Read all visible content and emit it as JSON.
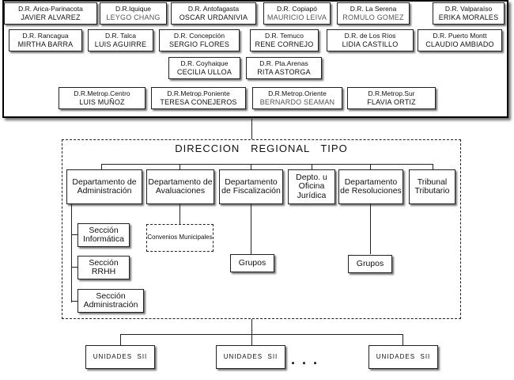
{
  "regional_offices": [
    {
      "line1": "D.R. Arica-Parinacota",
      "line2": "JAVIER ALVAREZ"
    },
    {
      "line1": "D.R.Iquique",
      "line2": "LEYGO CHANG"
    },
    {
      "line1": "D.R. Antofagasta",
      "line2": "OSCAR URDANIVIA"
    },
    {
      "line1": "D.R. Copiapó",
      "line2": "MAURICIO LEIVA"
    },
    {
      "line1": "D.R. La Serena",
      "line2": "ROMULO GOMEZ"
    },
    {
      "line1": "D.R. Valparaíso",
      "line2": "ERIKA MORALES"
    },
    {
      "line1": "D.R. Rancagua",
      "line2": "MIRTHA BARRA"
    },
    {
      "line1": "D.R. Talca",
      "line2": "LUIS AGUIRRE"
    },
    {
      "line1": "D.R. Concepción",
      "line2": "SERGIO FLORES"
    },
    {
      "line1": "D.R. Temuco",
      "line2": "RENE CORNEJO"
    },
    {
      "line1": "D.R. de Los Ríos",
      "line2": "LIDIA CASTILLO"
    },
    {
      "line1": "D.R. Puerto Montt",
      "line2": "CLAUDIO AMBIADO"
    },
    {
      "line1": "D.R. Coyhaique",
      "line2": "CECILIA ULLOA"
    },
    {
      "line1": "D.R. Pta.Arenas",
      "line2": "RITA ASTORGA"
    },
    {
      "line1": "D.R.Metrop.Centro",
      "line2": "LUIS MUÑOZ"
    },
    {
      "line1": "D.R.Metrop.Poniente",
      "line2": "TERESA CONEJEROS"
    },
    {
      "line1": "D.R.Metrop.Oriente",
      "line2": "BERNARDO SEAMAN"
    },
    {
      "line1": "D.R.Metrop.Sur",
      "line2": "FLAVIA ORTIZ"
    }
  ],
  "regional_title": "DIRECCION   REGIONAL   TIPO",
  "departments": {
    "administracion": "Departamento de Administración",
    "avaluaciones": "Departamento de Avaluaciones",
    "fiscalizacion": "Departamento de Fiscalización",
    "juridica": "Depto. u Oficina Jurídica",
    "resoluciones": "Departamento de Resoluciones",
    "tribunal": "Tribunal Tributario"
  },
  "sections": {
    "informatica": "Sección Informática",
    "rrhh": "Sección RRHH",
    "administracion": "Sección Administración"
  },
  "convenios": "Convenios Municipales",
  "grupos_fiscalizacion": "Grupos",
  "grupos_resoluciones": "Grupos",
  "units": [
    "UNIDADES  SII",
    "UNIDADES  SII",
    "UNIDADES  SII"
  ],
  "ellipsis": ". . ."
}
